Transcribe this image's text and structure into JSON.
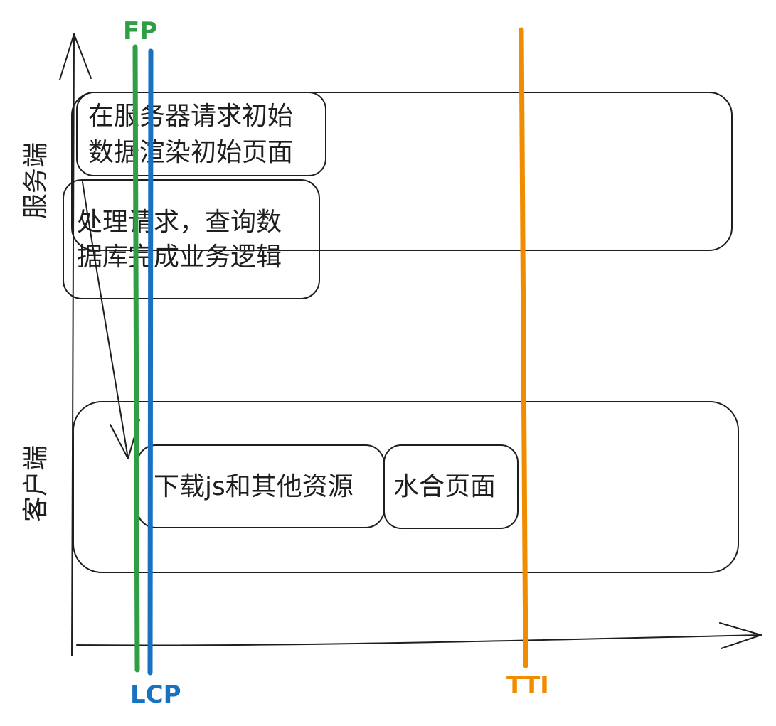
{
  "diagram": {
    "axis_labels": {
      "server": "服务端",
      "client": "客户端"
    },
    "server_boxes": [
      {
        "lines": [
          "在服务器请求初始",
          "数据渲染初始页面"
        ]
      },
      {
        "lines": [
          "处理请求，查询数",
          "据库完成业务逻辑"
        ]
      }
    ],
    "client_boxes": [
      {
        "lines": [
          "下载js和其他资源"
        ]
      },
      {
        "lines": [
          "水合页面"
        ]
      }
    ],
    "markers": {
      "fp": {
        "label": "FP",
        "color": "#2f9e44"
      },
      "lcp": {
        "label": "LCP",
        "color": "#1971c2"
      },
      "tti": {
        "label": "TTI",
        "color": "#f08c00"
      }
    }
  }
}
